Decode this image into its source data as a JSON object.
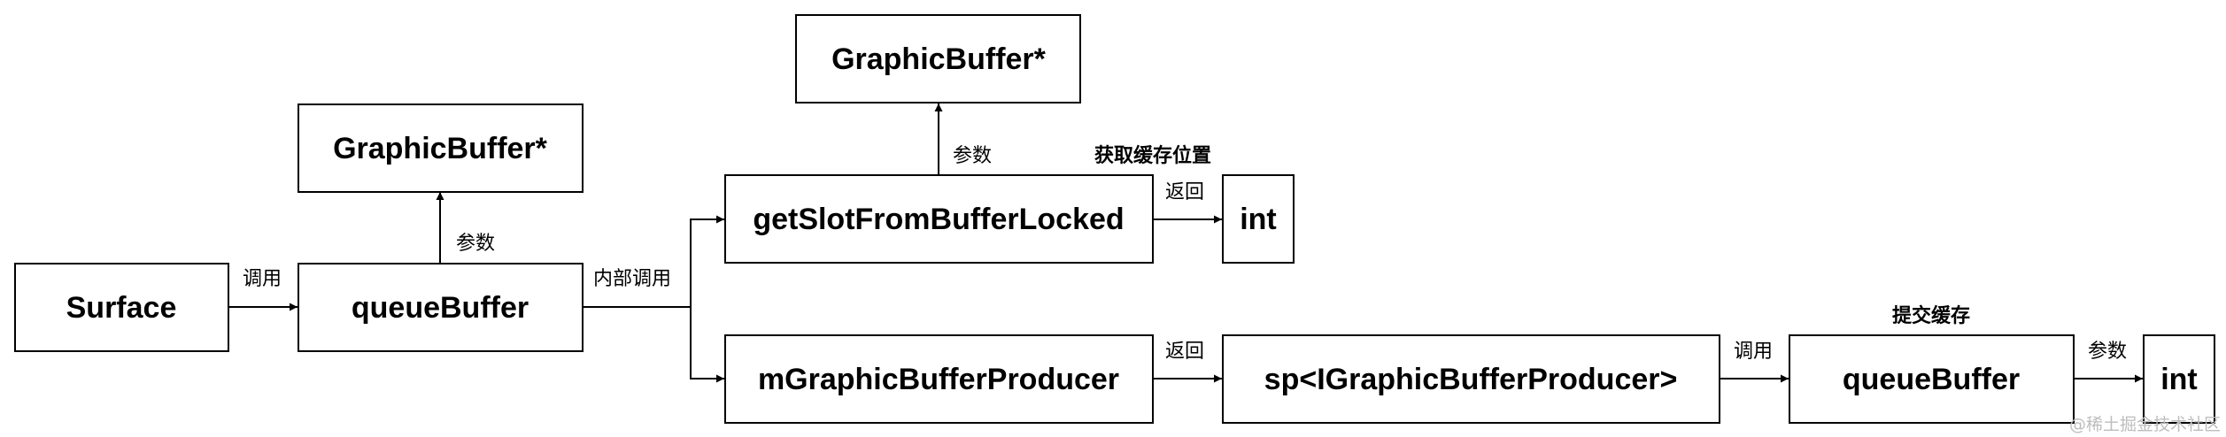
{
  "nodes": {
    "surface": "Surface",
    "queue_buffer_main": "queueBuffer",
    "graphic_buffer_param": "GraphicBuffer*",
    "get_slot": "getSlotFromBufferLocked",
    "graphic_buffer_top": "GraphicBuffer*",
    "int_slot": "int",
    "producer": "mGraphicBufferProducer",
    "sp_producer": "sp<IGraphicBufferProducer>",
    "queue_buffer_producer": "queueBuffer",
    "int_result": "int"
  },
  "edges": {
    "surface_to_queue": "调用",
    "queue_param": "参数",
    "internal_call": "内部调用",
    "slot_param": "参数",
    "slot_return": "返回",
    "producer_return": "返回",
    "sp_call": "调用",
    "queue_param_int": "参数"
  },
  "notes": {
    "get_slot_note": "获取缓存位置",
    "queue_note": "提交缓存"
  },
  "watermark": "@稀土掘金技术社区",
  "colors": {
    "stroke": "#000000",
    "background": "#ffffff",
    "watermark": "#bdbdbd"
  }
}
